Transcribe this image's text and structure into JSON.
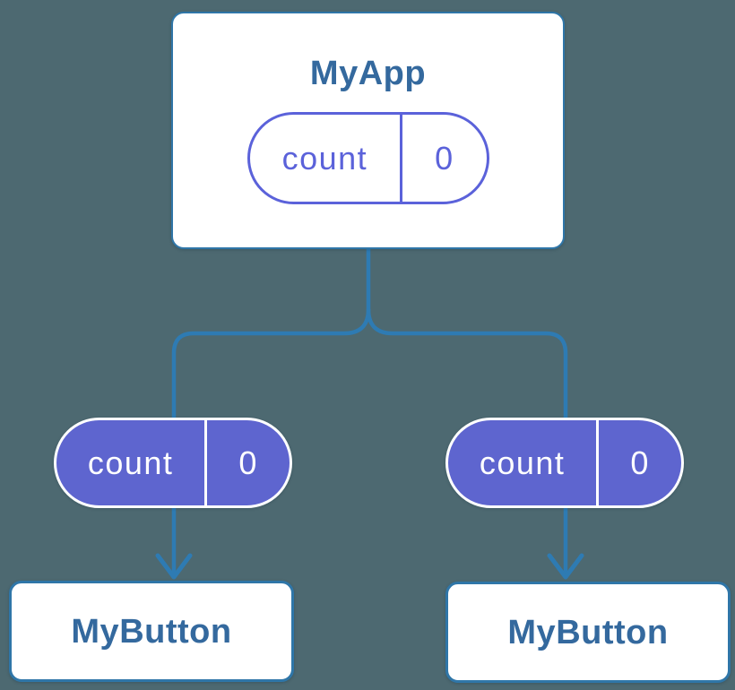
{
  "colors": {
    "background": "#4d6971",
    "connector": "#2e7bb3",
    "card-border": "#2f76a8",
    "card-bg": "#ffffff",
    "component-text": "#34699e",
    "pill-indigo": "#5b62da",
    "pill-fill": "#5e65cf",
    "pill-text-light": "#ffffff"
  },
  "diagram": {
    "root": {
      "title": "MyApp",
      "state": {
        "name": "count",
        "value": "0"
      }
    },
    "children": [
      {
        "title": "MyButton",
        "prop": {
          "name": "count",
          "value": "0"
        }
      },
      {
        "title": "MyButton",
        "prop": {
          "name": "count",
          "value": "0"
        }
      }
    ]
  }
}
